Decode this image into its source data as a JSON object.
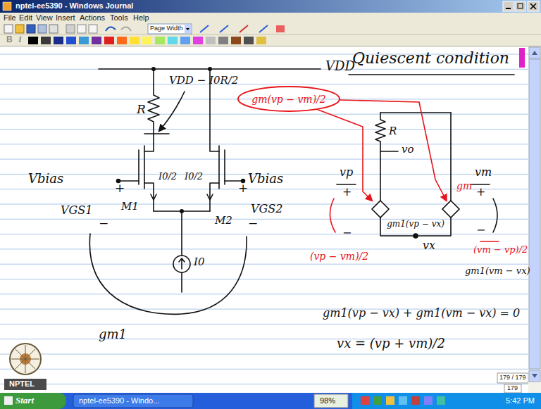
{
  "diagram": {
    "nodes": [
      {
        "text": [
          "gm(vp − vm)/2"
        ]
      },
      {
        "text": [
          "gm1(vp − vx)"
        ]
      },
      {
        "text": [
          "gm"
        ]
      }
    ],
    "edges": [
      {
        "from": 0,
        "to": 1,
        "arrow": "to"
      },
      {
        "from": 0,
        "to": 2,
        "arrow": "to"
      }
    ],
    "labels": [
      "nptel-ee5390 - Windows Journal",
      "File",
      "Edit",
      "View",
      "Insert",
      "Actions",
      "Tools",
      "Help",
      "Page Width",
      "B",
      "I",
      "VDD",
      "R",
      "VDD − I0R/2",
      "Vbias",
      "+",
      "M1",
      "I0/2",
      "I0/2",
      "Vbias",
      "+",
      "VGS1",
      "−",
      "M2",
      "VGS2",
      "−",
      "I0",
      "gm1",
      "Quiescent condition",
      "R",
      "vo",
      "vp",
      "+",
      "vm",
      "+",
      "(vp − vm)/2",
      "−",
      "vx",
      "−",
      "(vm − vp)/2",
      "gm1(vm − vx)",
      "gm1(vp − vx) + gm1(vm − vx) = 0",
      "vx = (vp + vm)/2",
      "179 / 179",
      "179",
      "NPTEL",
      "Start",
      "nptel-ee5390 - Windo...",
      "98%",
      "5:42 PM"
    ]
  }
}
